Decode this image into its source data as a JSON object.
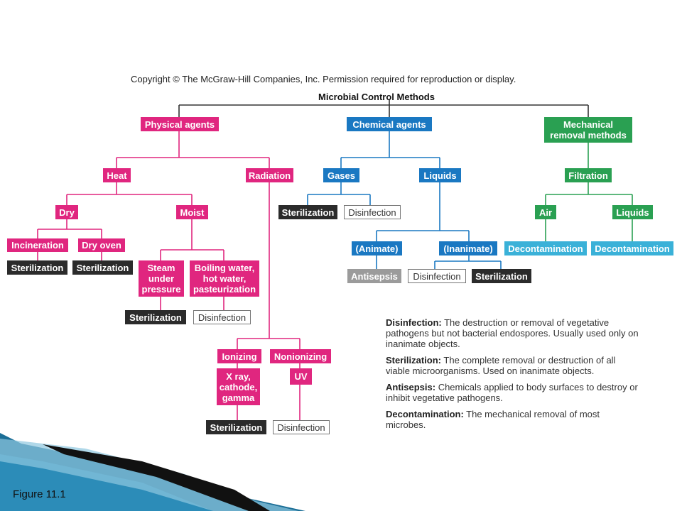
{
  "header": {
    "copyright": "Copyright © The McGraw-Hill Companies, Inc. Permission required for reproduction or display.",
    "title": "Microbial Control Methods"
  },
  "nodes": {
    "physical_agents": "Physical agents",
    "chemical_agents": "Chemical agents",
    "mechanical_removal": "Mechanical\nremoval methods",
    "heat": "Heat",
    "radiation": "Radiation",
    "gases": "Gases",
    "liquids_chem": "Liquids",
    "filtration": "Filtration",
    "dry": "Dry",
    "moist": "Moist",
    "sterilization_gases": "Sterilization",
    "disinfection_gases": "Disinfection",
    "air": "Air",
    "liquids_filter": "Liquids",
    "incineration": "Incineration",
    "dry_oven": "Dry oven",
    "animate": "(Animate)",
    "inanimate": "(Inanimate)",
    "decontamination_air": "Decontamination",
    "decontamination_liquids": "Decontamination",
    "sterilization_incineration": "Sterilization",
    "sterilization_dry_oven": "Sterilization",
    "steam": "Steam\nunder\npressure",
    "boiling": "Boiling water,\nhot water,\npasteurization",
    "antisepsis": "Antisepsis",
    "disinfection_inanimate": "Disinfection",
    "sterilization_inanimate": "Sterilization",
    "sterilization_steam": "Sterilization",
    "disinfection_boiling": "Disinfection",
    "ionizing": "Ionizing",
    "nonionizing": "Nonionizing",
    "xray": "X ray,\ncathode,\ngamma",
    "uv": "UV",
    "sterilization_ionizing": "Sterilization",
    "disinfection_uv": "Disinfection"
  },
  "legend": [
    {
      "term": "Disinfection:",
      "text": " The destruction or removal of vegetative pathogens but not bacterial endospores. Usually used only on inanimate objects."
    },
    {
      "term": "Sterilization:",
      "text": " The complete removal or destruction of all viable microorganisms. Used on inanimate objects."
    },
    {
      "term": "Antisepsis:",
      "text": " Chemicals applied to body surfaces to destroy or inhibit vegetative pathogens."
    },
    {
      "term": "Decontamination:",
      "text": " The mechanical removal of most microbes."
    }
  ],
  "footer": {
    "figure_label": "Figure 11.1"
  },
  "colors": {
    "physical": "#e0267f",
    "chemical": "#1a78c2",
    "mechanical": "#2aa052",
    "decontamination": "#3ab1d8",
    "sterilization": "#2b2b2b",
    "antisepsis": "#9b9b9b"
  }
}
